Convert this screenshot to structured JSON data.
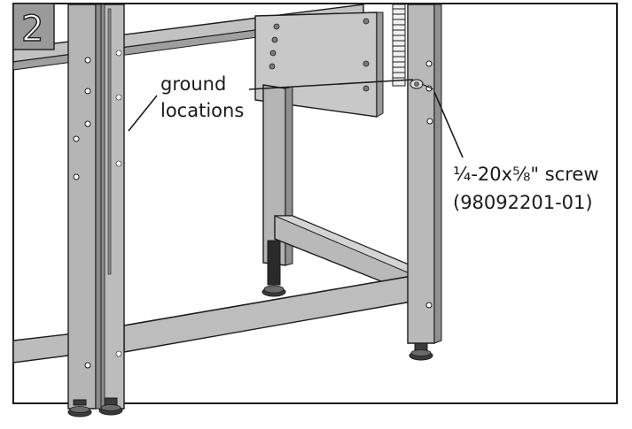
{
  "step_number": "2",
  "callouts": {
    "ground_line1": "ground",
    "ground_line2": "locations",
    "screw_line1": "¼-20x⅝\" screw",
    "screw_line2": "(98092201-01)"
  },
  "colors": {
    "frame_face": "#b9b9b9",
    "frame_light": "#d4d4d4",
    "frame_dark": "#8e8e8e",
    "outline": "#1c1c1c",
    "step_box": "#9a9a9a",
    "background": "#ffffff"
  },
  "icons": [
    "frame-illustration",
    "screw-icon",
    "leveling-foot-icon",
    "ground-hole-icon"
  ]
}
